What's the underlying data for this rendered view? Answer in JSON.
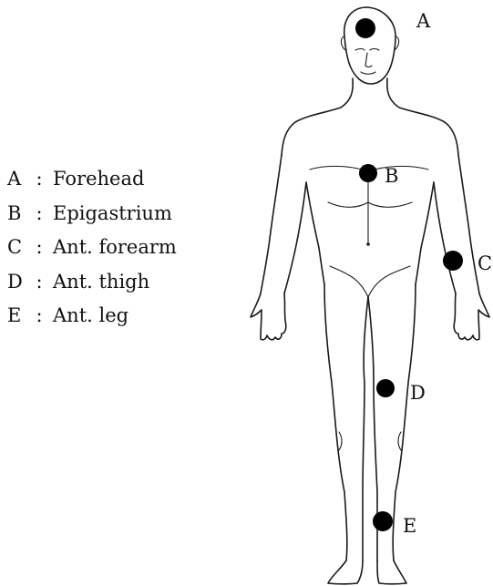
{
  "legend": [
    {
      "key": "A",
      "separator": ":",
      "site": "Forehead"
    },
    {
      "key": "B",
      "separator": ":",
      "site": "Epigastrium"
    },
    {
      "key": "C",
      "separator": ":",
      "site": "Ant. forearm"
    },
    {
      "key": "D",
      "separator": ":",
      "site": "Ant. thigh"
    },
    {
      "key": "E",
      "separator": ":",
      "site": "Ant. leg"
    }
  ],
  "markers": [
    {
      "key": "A",
      "label": "A"
    },
    {
      "key": "B",
      "label": "B"
    },
    {
      "key": "C",
      "label": "C"
    },
    {
      "key": "D",
      "label": "D"
    },
    {
      "key": "E",
      "label": "E"
    }
  ],
  "colors": {
    "line": "#1a1a1a",
    "marker": "#000000"
  }
}
